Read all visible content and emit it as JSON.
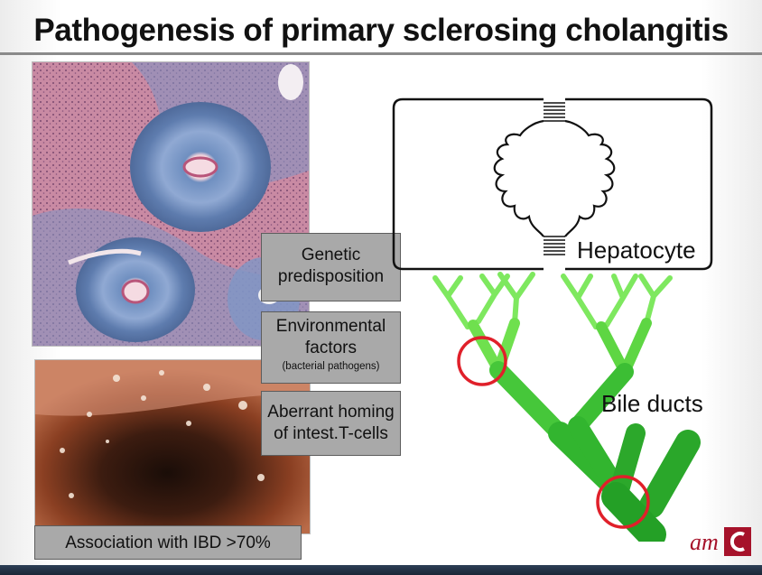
{
  "title": "Pathogenesis of primary sclerosing cholangitis",
  "boxes": {
    "genetic": "Genetic predisposition",
    "environmental": "Environmental factors",
    "environmental_note": "(bacterial pathogens)",
    "aberrant": "Aberrant homing of intest.T-cells",
    "ibd": "Association with IBD >70%"
  },
  "labels": {
    "hepatocyte": "Hepatocyte",
    "bile_ducts": "Bile ducts"
  },
  "logo": {
    "text": "am",
    "color": "#a6122a"
  },
  "colors": {
    "duct_light": "#7ee85f",
    "duct_dark": "#2cae2c",
    "circle": "#e0202a",
    "box_fill": "#a9a9a9"
  }
}
